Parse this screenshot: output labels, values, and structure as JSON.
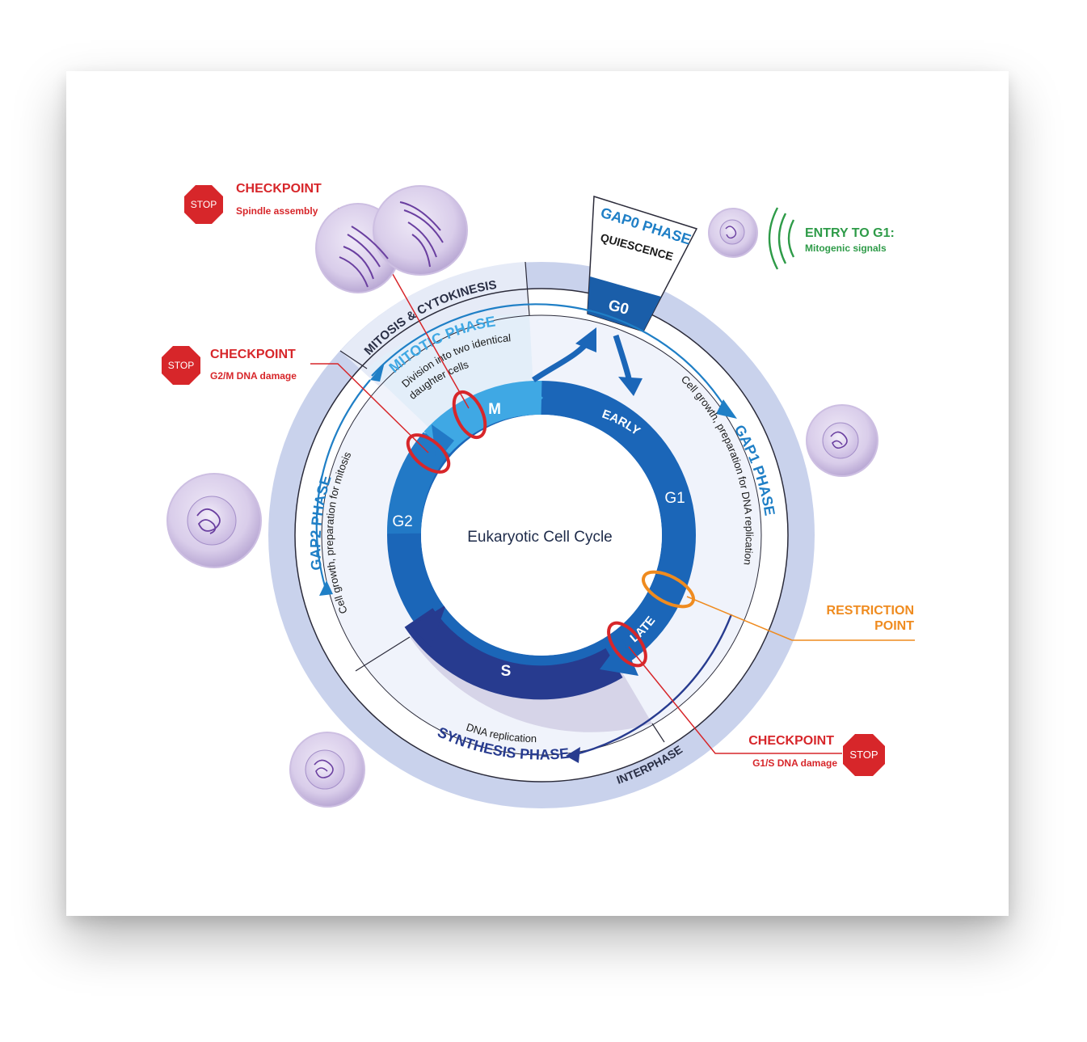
{
  "diagram": {
    "center_title": "Eukaryotic Cell Cycle",
    "ring_labels": {
      "m": "M",
      "early": "EARLY",
      "g1": "G1",
      "late": "LATE",
      "s": "S",
      "g2": "G2",
      "g0": "G0"
    },
    "phases": {
      "mitosis_cytokinesis": "MITOSIS & CYTOKINESIS",
      "mitotic_phase": {
        "title": "MITOTIC PHASE",
        "line1": "Division into two identical",
        "line2": "daughter cells"
      },
      "gap0": {
        "title": "GAP0 PHASE",
        "subtitle": "QUIESCENCE"
      },
      "gap1": {
        "title": "GAP1 PHASE",
        "desc": "Cell growth, preparation for DNA replication"
      },
      "gap2": {
        "title": "GAP2 PHASE",
        "desc": "Cell growth, preparation for mitosis"
      },
      "synthesis": {
        "title": "SYNTHESIS PHASE",
        "desc": "DNA replication"
      },
      "interphase": "INTERPHASE"
    },
    "checkpoints": {
      "spindle": {
        "stop": "STOP",
        "title": "CHECKPOINT",
        "desc": "Spindle assembly"
      },
      "g2m": {
        "stop": "STOP",
        "title": "CHECKPOINT",
        "desc": "G2/M DNA damage"
      },
      "g1s": {
        "stop": "STOP",
        "title": "CHECKPOINT",
        "desc": "G1/S DNA damage"
      }
    },
    "restriction_point": {
      "line1": "RESTRICTION",
      "line2": "POINT"
    },
    "entry_g1": {
      "title": "ENTRY TO G1:",
      "desc": "Mitogenic signals"
    },
    "colors": {
      "checkpoint_red": "#d7262a",
      "restriction_orange": "#ef8b1f",
      "entry_green": "#2e9b48",
      "phase_blue": "#1f7fc6",
      "ring_light": "#3fa8e4",
      "ring_mid": "#1b66b8",
      "ring_dark": "#273b8f"
    }
  }
}
